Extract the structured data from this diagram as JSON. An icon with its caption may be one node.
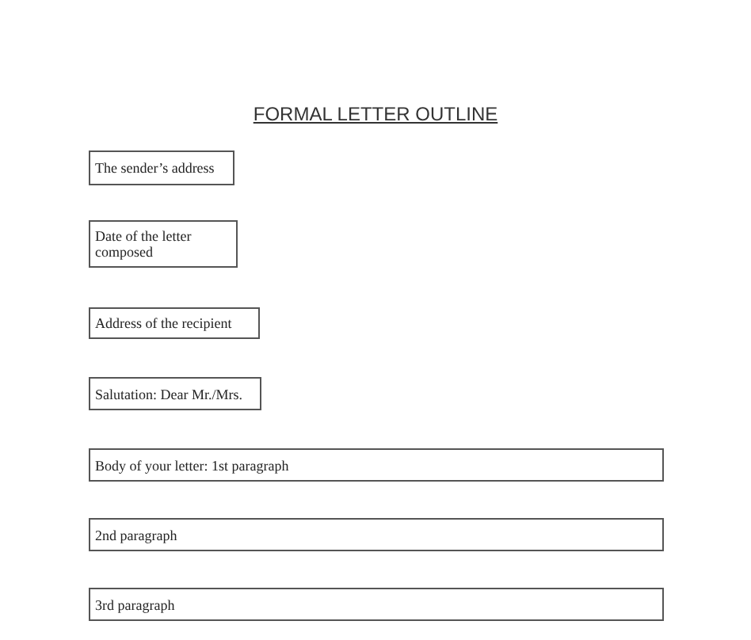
{
  "diagram": {
    "title": "FORMAL LETTER OUTLINE",
    "nodes": [
      {
        "text": [
          "The sender’s address"
        ]
      },
      {
        "text": [
          "Date of the letter composed"
        ]
      },
      {
        "text": [
          "Address of the recipient"
        ]
      },
      {
        "text": [
          "Salutation: Dear Mr./Mrs."
        ]
      },
      {
        "text": [
          "Body of your letter: 1st paragraph"
        ]
      },
      {
        "text": [
          "2nd paragraph"
        ]
      },
      {
        "text": [
          "3rd paragraph"
        ]
      }
    ]
  }
}
